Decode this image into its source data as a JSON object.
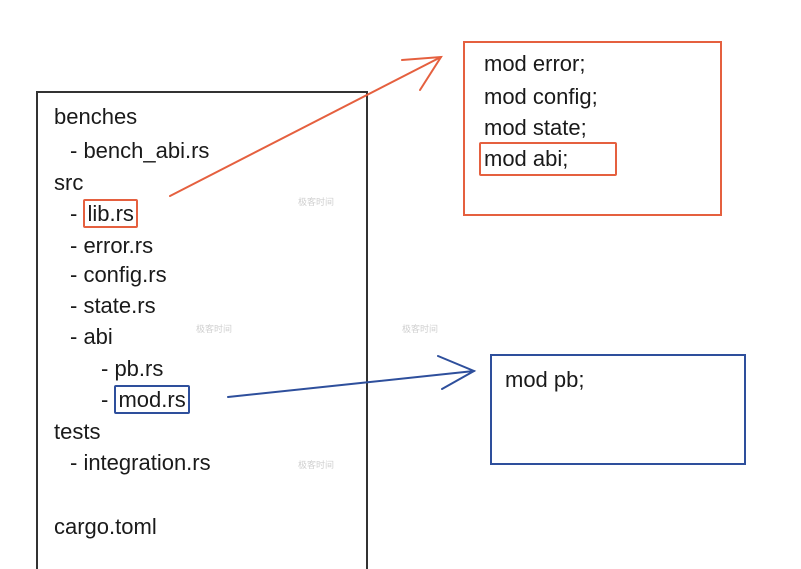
{
  "tree": {
    "items": [
      {
        "text": "benches",
        "indent": 0
      },
      {
        "text": "- bench_abi.rs",
        "indent": 1
      },
      {
        "text": "src",
        "indent": 0
      },
      {
        "text": "- ",
        "hl": "lib.rs",
        "color": "red",
        "indent": 1
      },
      {
        "text": "- error.rs",
        "indent": 1
      },
      {
        "text": "- config.rs",
        "indent": 1
      },
      {
        "text": "- state.rs",
        "indent": 1
      },
      {
        "text": "- abi",
        "indent": 1
      },
      {
        "text": "- pb.rs",
        "indent": 2
      },
      {
        "text": "- ",
        "hl": "mod.rs",
        "color": "blue",
        "indent": 2
      },
      {
        "text": "tests",
        "indent": 0
      },
      {
        "text": "- integration.rs",
        "indent": 1
      },
      {
        "text": "",
        "indent": 0
      },
      {
        "text": "cargo.toml",
        "indent": 0
      }
    ]
  },
  "lib_contents": {
    "lines": [
      "mod error;",
      "mod config;",
      "mod state;"
    ],
    "highlight": "mod abi;"
  },
  "mod_contents": {
    "lines": [
      "mod pb;"
    ]
  },
  "watermark": "极客时间",
  "colors": {
    "red": "#e5603f",
    "blue": "#2e4f9c",
    "border": "#333333"
  }
}
